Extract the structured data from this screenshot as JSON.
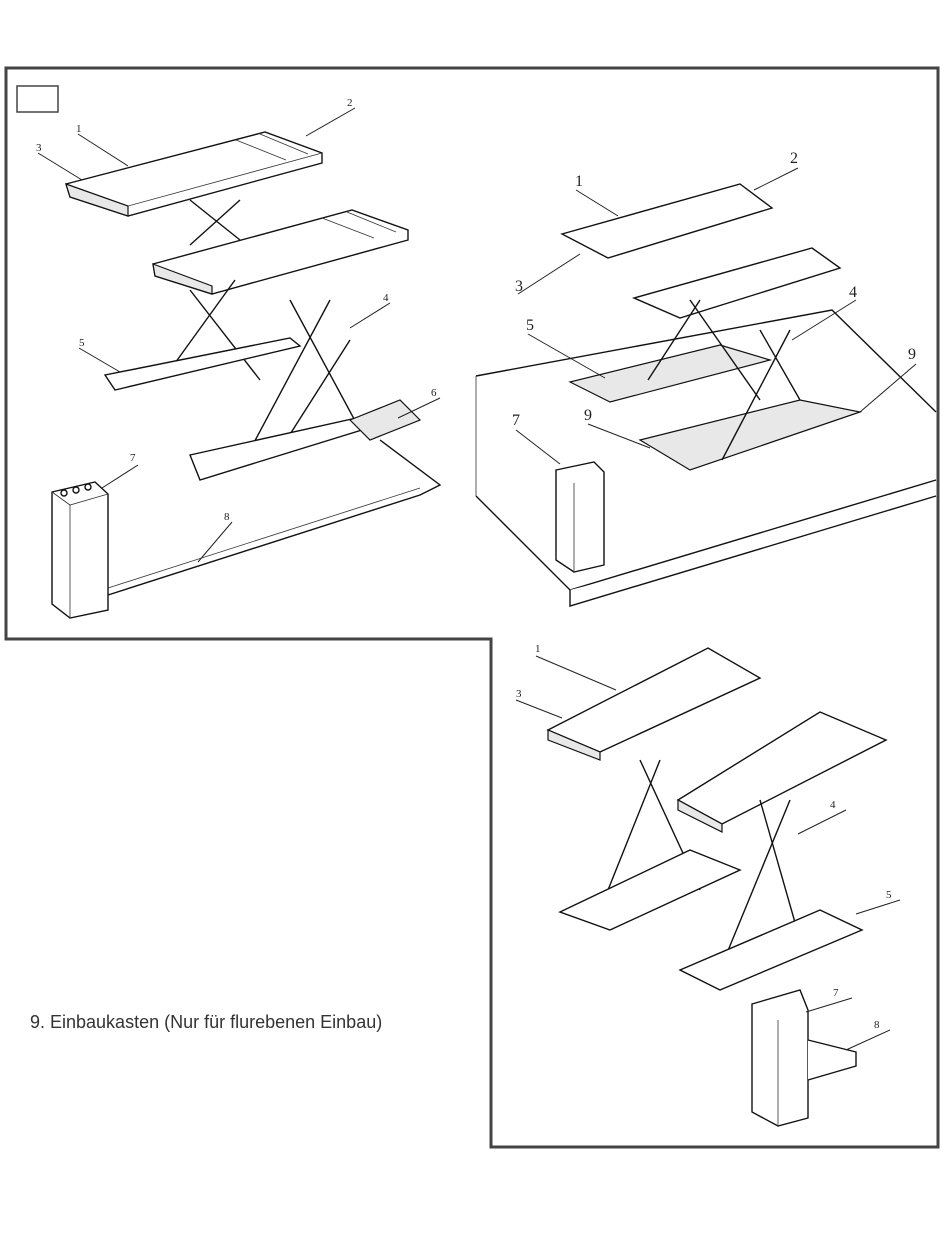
{
  "caption": "9. Einbaukasten (Nur für flurebenen Einbau)",
  "views": {
    "topleft": {
      "labels": [
        "1",
        "2",
        "3",
        "4",
        "5",
        "6",
        "7",
        "8"
      ]
    },
    "topright": {
      "labels": [
        "1",
        "2",
        "3",
        "4",
        "5",
        "7",
        "9",
        "9"
      ]
    },
    "bottomright": {
      "labels": [
        "1",
        "3",
        "4",
        "5",
        "7",
        "8"
      ]
    }
  }
}
